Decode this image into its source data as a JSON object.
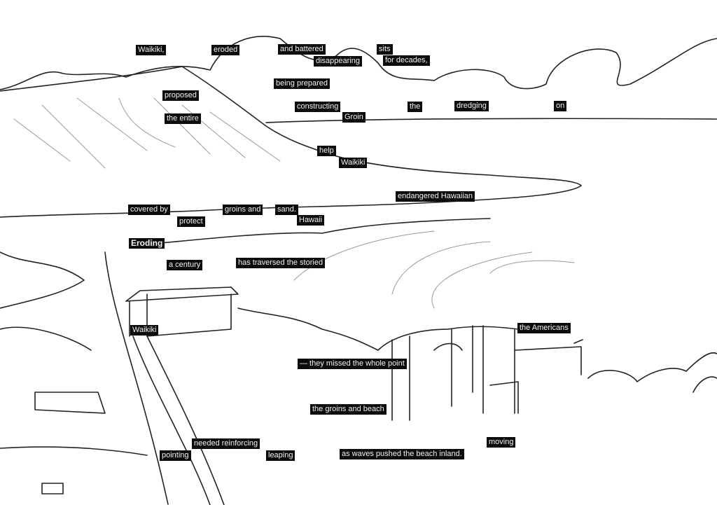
{
  "words": [
    "Waikiki,",
    "eroded",
    "and battered",
    "sits",
    "disappearing",
    "for decades,",
    "being prepared",
    "proposed",
    "constructing",
    "the",
    "dredging",
    "on",
    "the entire",
    "Groin",
    "help",
    "Waikiki",
    "endangered Hawaiian",
    "covered by",
    "groins and",
    "sand.",
    "protect",
    "Hawaii",
    "Eroding",
    "a century",
    "has traversed the storied",
    "Waikiki",
    "the Americans",
    "— they missed the whole point",
    "the groins and beach",
    "needed reinforcing",
    "moving",
    "pointing",
    "leaping",
    "as waves pushed the beach inland."
  ]
}
